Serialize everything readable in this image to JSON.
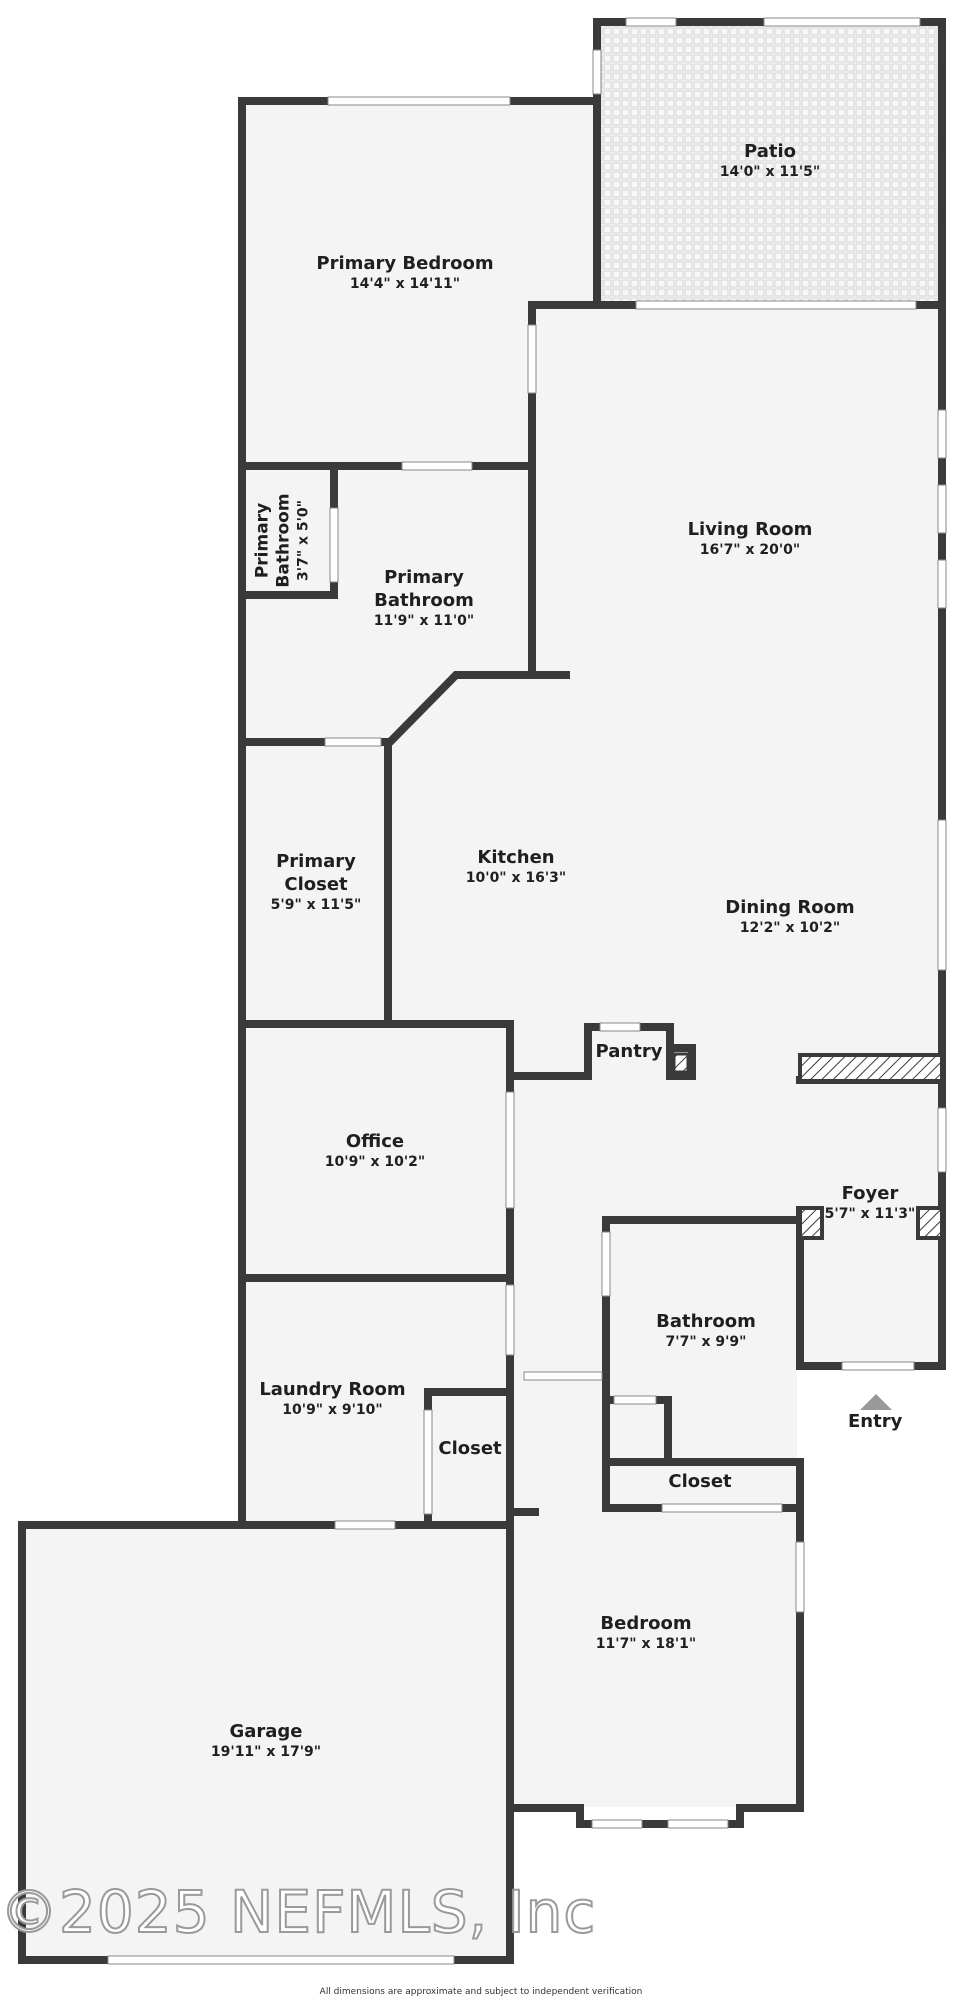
{
  "rooms": {
    "patio": {
      "name": "Patio",
      "dims": "14'0\" x 11'5\""
    },
    "primary_bedroom": {
      "name": "Primary Bedroom",
      "dims": "14'4\" x 14'11\""
    },
    "primary_bath_small": {
      "name": "Primary Bathroom",
      "dims": "3'7\" x 5'0\""
    },
    "primary_bathroom": {
      "name": "Primary Bathroom",
      "dims": "11'9\" x 11'0\""
    },
    "living_room": {
      "name": "Living Room",
      "dims": "16'7\" x 20'0\""
    },
    "kitchen": {
      "name": "Kitchen",
      "dims": "10'0\" x 16'3\""
    },
    "primary_closet": {
      "name": "Primary Closet",
      "dims": "5'9\" x 11'5\""
    },
    "dining_room": {
      "name": "Dining Room",
      "dims": "12'2\" x 10'2\""
    },
    "pantry": {
      "name": "Pantry"
    },
    "office": {
      "name": "Office",
      "dims": "10'9\" x 10'2\""
    },
    "foyer": {
      "name": "Foyer",
      "dims": "5'7\" x 11'3\""
    },
    "bathroom": {
      "name": "Bathroom",
      "dims": "7'7\" x 9'9\""
    },
    "laundry_room": {
      "name": "Laundry Room",
      "dims": "10'9\" x 9'10\""
    },
    "laundry_closet": {
      "name": "Closet"
    },
    "bedroom_closet": {
      "name": "Closet"
    },
    "bedroom": {
      "name": "Bedroom",
      "dims": "11'7\" x 18'1\""
    },
    "garage": {
      "name": "Garage",
      "dims": "19'11\" x 17'9\""
    }
  },
  "entry": {
    "label": "Entry"
  },
  "watermark": "©2025 NEFMLS, Inc",
  "footnote": "All dimensions are approximate and subject to independent verification",
  "colors": {
    "wall": "#3a3a3a",
    "floor": "#f4f4f4",
    "patio": "#f7f7f7",
    "patio_grid": "#d6d6d6",
    "window": "#ffffff"
  }
}
